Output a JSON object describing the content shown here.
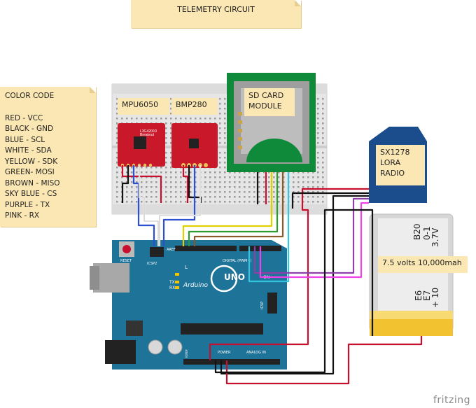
{
  "title": "TELEMETRY  CIRCUIT",
  "legend": {
    "heading": "COLOR CODE",
    "items": [
      {
        "text": "RED - VCC",
        "color": "#c8102e"
      },
      {
        "text": "BLACK - GND",
        "color": "#111111"
      },
      {
        "text": "BLUE - SCL",
        "color": "#2d4fd0"
      },
      {
        "text": "WHITE - SDA",
        "color": "#ffffff"
      },
      {
        "text": "YELLOW - SDK",
        "color": "#e0d000"
      },
      {
        "text": "GREEN- MOSI",
        "color": "#2e9b2e"
      },
      {
        "text": "BROWN - MISO",
        "color": "#8a5a2b"
      },
      {
        "text": "SKY BLUE - CS",
        "color": "#33c6e0"
      },
      {
        "text": "PURPLE - TX",
        "color": "#8e3fa8"
      },
      {
        "text": "PINK - RX",
        "color": "#f040e8"
      }
    ]
  },
  "labels": {
    "mpu": "MPU6050",
    "bmp": "BMP280",
    "sd_line1": "SD CARD",
    "sd_line2": "MODULE",
    "lora_line1": "SX1278",
    "lora_line2": "LORA",
    "lora_line3": "RADIO",
    "battery": "7.5 volts 10,000mah"
  },
  "board": {
    "brand": "Arduino",
    "model": "UNO",
    "reset": "RESET",
    "icsp2": "ICSP2",
    "icsp": "ICSP",
    "digital": "DIGITAL (PWM~)",
    "analog": "ANALOG IN",
    "power": "POWER",
    "aref": "AREF",
    "on": "ON",
    "l": "L",
    "tx": "TX",
    "rx": "RX",
    "ioref": "IOREF"
  },
  "battery_print": {
    "line1": "B20",
    "line2": "0-1",
    "line3": "3.7V",
    "e6": "E6",
    "e7": "E7",
    "p100": "+ 10"
  },
  "watermark": "fritzing",
  "colors": {
    "vcc": "#c8102e",
    "gnd": "#111111",
    "scl": "#2d4fd0",
    "sda": "#ffffff",
    "sdk": "#e0d000",
    "mosi": "#2e9b2e",
    "miso": "#8a5a2b",
    "cs": "#33c6e0",
    "tx": "#8e3fa8",
    "rx": "#f040e8",
    "board": "#1e7399",
    "breakout": "#c8182a",
    "sd_pcb": "#0f8a3a",
    "lora_pcb": "#1b4d8c"
  }
}
